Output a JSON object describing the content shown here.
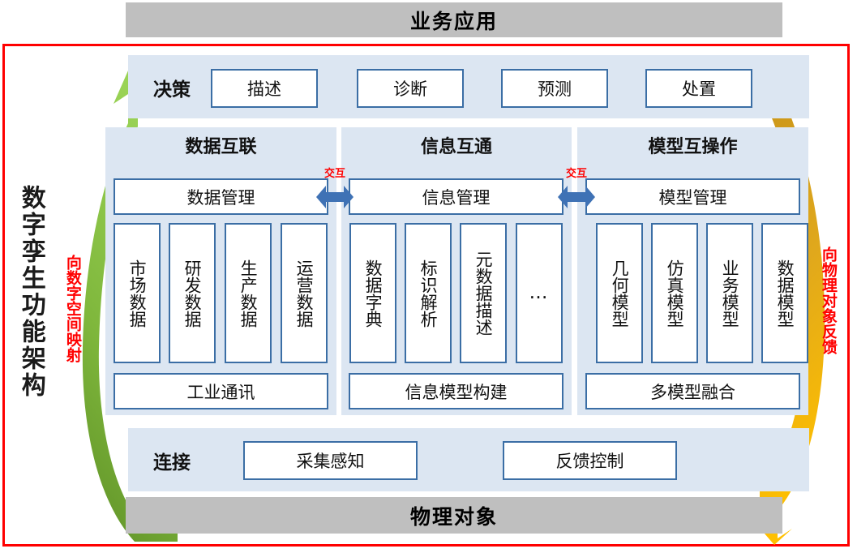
{
  "diagram": {
    "top_banner": "业务应用",
    "bottom_banner": "物理对象",
    "left_title": "数字孪生功能架构",
    "left_arrow_label": "向数字空间映射",
    "right_arrow_label": "向物理对象反馈",
    "interaction_label_1": "交互",
    "interaction_label_2": "交互",
    "decision": {
      "label": "决策",
      "items": [
        "描述",
        "诊断",
        "预测",
        "处置"
      ]
    },
    "columns": [
      {
        "title": "数据互联",
        "manager": "数据管理",
        "items": [
          "市场数据",
          "研发数据",
          "生产数据",
          "运营数据"
        ],
        "footer": "工业通讯"
      },
      {
        "title": "信息互通",
        "manager": "信息管理",
        "items": [
          "数据字典",
          "标识解析",
          "元数据描述",
          "…"
        ],
        "footer": "信息模型构建"
      },
      {
        "title": "模型互操作",
        "manager": "模型管理",
        "items": [
          "几何模型",
          "仿真模型",
          "业务模型",
          "数据模型"
        ],
        "footer": "多模型融合"
      }
    ],
    "connect": {
      "label": "连接",
      "items": [
        "采集感知",
        "反馈控制"
      ]
    },
    "colors": {
      "banner_gray": "#bfbfbf",
      "panel_blue": "#dce6f2",
      "box_border": "#3b6ea5",
      "frame_red": "#ff0000",
      "arrow_green": "#92d050",
      "arrow_green_dark": "#6fa32e",
      "arrow_gold": "#ffc000",
      "arrow_gold_dark": "#c8941a",
      "arrow_blue": "#3f72b5",
      "text_red": "#ff0000"
    }
  }
}
